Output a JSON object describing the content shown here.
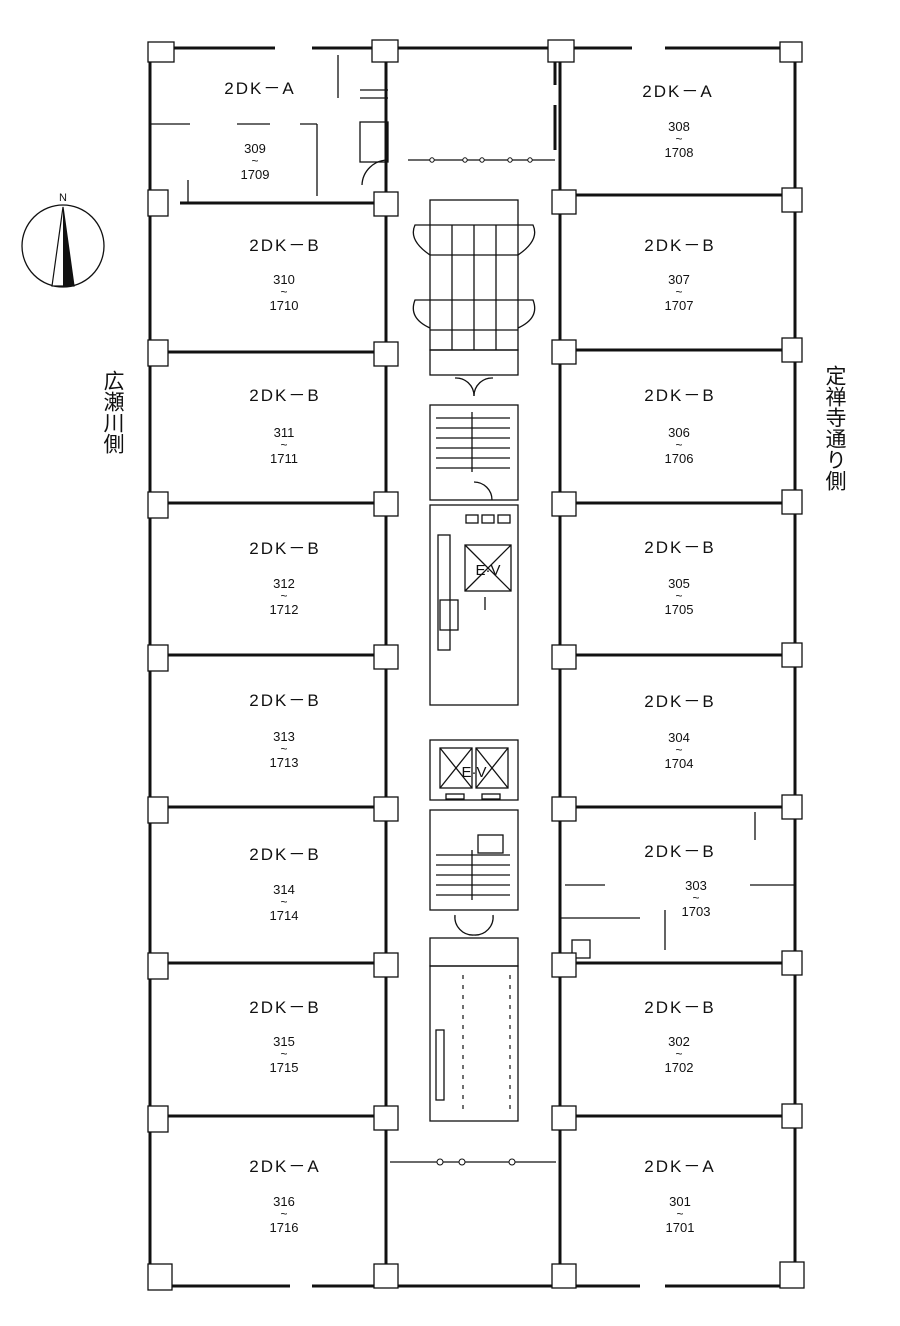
{
  "side_labels": {
    "left": "広瀬川側",
    "right": "定禅寺通り側"
  },
  "compass": {
    "label": "N"
  },
  "elevator": {
    "label": "E·V"
  },
  "units_left": [
    {
      "type": "2DK－A",
      "num_top": "309",
      "tilde": "~",
      "num_bottom": "1709"
    },
    {
      "type": "2DK－B",
      "num_top": "310",
      "tilde": "~",
      "num_bottom": "1710"
    },
    {
      "type": "2DK－B",
      "num_top": "311",
      "tilde": "~",
      "num_bottom": "1711"
    },
    {
      "type": "2DK－B",
      "num_top": "312",
      "tilde": "~",
      "num_bottom": "1712"
    },
    {
      "type": "2DK－B",
      "num_top": "313",
      "tilde": "~",
      "num_bottom": "1713"
    },
    {
      "type": "2DK－B",
      "num_top": "314",
      "tilde": "~",
      "num_bottom": "1714"
    },
    {
      "type": "2DK－B",
      "num_top": "315",
      "tilde": "~",
      "num_bottom": "1715"
    },
    {
      "type": "2DK－A",
      "num_top": "316",
      "tilde": "~",
      "num_bottom": "1716"
    }
  ],
  "units_right": [
    {
      "type": "2DK－A",
      "num_top": "308",
      "tilde": "~",
      "num_bottom": "1708"
    },
    {
      "type": "2DK－B",
      "num_top": "307",
      "tilde": "~",
      "num_bottom": "1707"
    },
    {
      "type": "2DK－B",
      "num_top": "306",
      "tilde": "~",
      "num_bottom": "1706"
    },
    {
      "type": "2DK－B",
      "num_top": "305",
      "tilde": "~",
      "num_bottom": "1705"
    },
    {
      "type": "2DK－B",
      "num_top": "304",
      "tilde": "~",
      "num_bottom": "1704"
    },
    {
      "type": "2DK－B",
      "num_top": "303",
      "tilde": "~",
      "num_bottom": "1703"
    },
    {
      "type": "2DK－B",
      "num_top": "302",
      "tilde": "~",
      "num_bottom": "1702"
    },
    {
      "type": "2DK－A",
      "num_top": "301",
      "tilde": "~",
      "num_bottom": "1701"
    }
  ]
}
